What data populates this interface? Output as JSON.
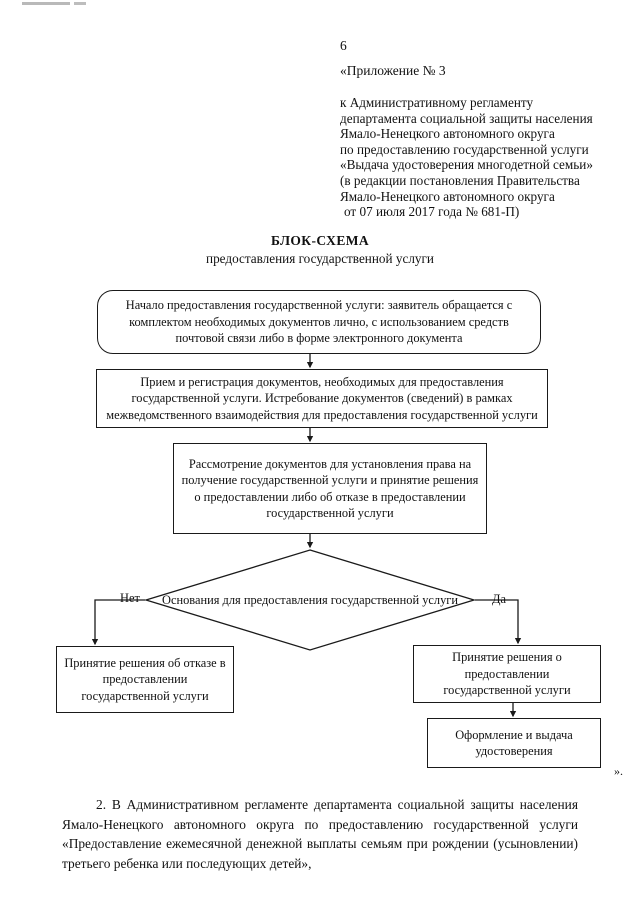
{
  "document": {
    "page_number": "6",
    "appendix_title": "«Приложение № 3",
    "addressee_lines": [
      "к Административному регламенту",
      "департамента социальной защиты населения",
      "Ямало-Ненецкого автономного округа",
      "по предоставлению государственной услуги",
      "«Выдача удостоверения многодетной семьи»",
      "(в редакции постановления Правительства",
      "Ямало-Ненецкого автономного округа",
      " от 07 июля 2017 года № 681-П)"
    ],
    "title": "БЛОК-СХЕМА",
    "subtitle": "предоставления государственной услуги",
    "closing_quote": "».",
    "body_paragraph": "2. В Административном регламенте департамента социальной защиты населения Ямало-Ненецкого автономного округа по предоставлению государственной услуги «Предоставление ежемесячной денежной выплаты семьям при рождении (усыновлении) третьего ребенка или последующих детей»,"
  },
  "flowchart": {
    "type": "flowchart",
    "nodes": {
      "start": "Начало предоставления государственной услуги: заявитель обращается с комплектом необходимых документов лично, с использованием средств почтовой связи либо в форме электронного документа",
      "intake": "Прием и регистрация документов, необходимых для предоставления государственной услуги. Истребование документов (сведений) в рамках межведомственного взаимодействия для предоставления государственной услуги",
      "review": "Рассмотрение документов для установления права на получение государственной услуги и принятие решения о предоставлении либо об отказе в предоставлении государственной услуги",
      "decision": "Основания для предоставления государственной услуги",
      "refuse": "Принятие решения об отказе в предоставлении государственной услуги",
      "grant": "Принятие решения о предоставлении государственной услуги",
      "issue": "Оформление и выдача удостоверения"
    },
    "branch_labels": {
      "no": "Нет",
      "yes": "Да"
    },
    "edges": [
      {
        "from": "start",
        "to": "intake",
        "label": ""
      },
      {
        "from": "intake",
        "to": "review",
        "label": ""
      },
      {
        "from": "review",
        "to": "decision",
        "label": ""
      },
      {
        "from": "decision",
        "to": "refuse",
        "label": "Нет"
      },
      {
        "from": "decision",
        "to": "grant",
        "label": "Да"
      },
      {
        "from": "grant",
        "to": "issue",
        "label": ""
      }
    ],
    "colors": {
      "stroke": "#1a1a1a",
      "fill": "#ffffff",
      "shadow": "#b5b5b5"
    }
  }
}
